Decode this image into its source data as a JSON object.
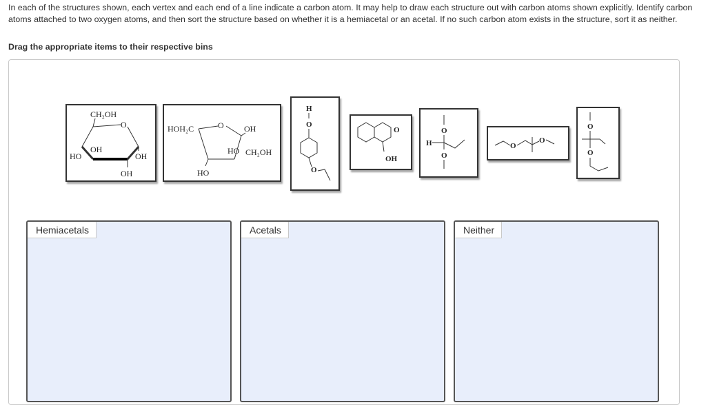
{
  "instructions": "In each of the structures shown, each vertex and each end of a line indicate a carbon atom. It may help to draw each structure out with carbon atoms shown explicitly. Identify carbon atoms attached to two oxygen atoms, and then sort the structure based on whether it is a hemiacetal or an acetal. If no such carbon atom exists in the structure, sort it as neither.",
  "subheading": "Drag the appropriate items to their respective bins",
  "items": [
    {
      "id": "glucose",
      "labels": {
        "ch2oh": "CH₂OH",
        "ring_o": "O",
        "ho_left": "HO",
        "oh_inner": "OH",
        "oh_right": "OH",
        "oh_bottom": "OH"
      }
    },
    {
      "id": "furanose",
      "labels": {
        "hoh2c": "HOH₂C",
        "ring_o": "O",
        "oh_top": "OH",
        "ho_inner": "HO",
        "ch2oh": "CH₂OH",
        "ho_bottom": "HO"
      }
    },
    {
      "id": "phenol-ether",
      "labels": {
        "h": "H",
        "o_top": "O",
        "o_bottom": "O"
      }
    },
    {
      "id": "isochroman",
      "labels": {
        "o": "O",
        "oh": "OH"
      }
    },
    {
      "id": "gem-ol",
      "labels": {
        "h": "H",
        "o_top": "O",
        "o_bottom": "O"
      }
    },
    {
      "id": "linear-acetal",
      "labels": {
        "o1": "O",
        "o2": "O"
      }
    },
    {
      "id": "vertical-acetal",
      "labels": {
        "o1": "O",
        "o2": "O"
      }
    }
  ],
  "bins": [
    {
      "label": "Hemiacetals"
    },
    {
      "label": "Acetals"
    },
    {
      "label": "Neither"
    }
  ]
}
